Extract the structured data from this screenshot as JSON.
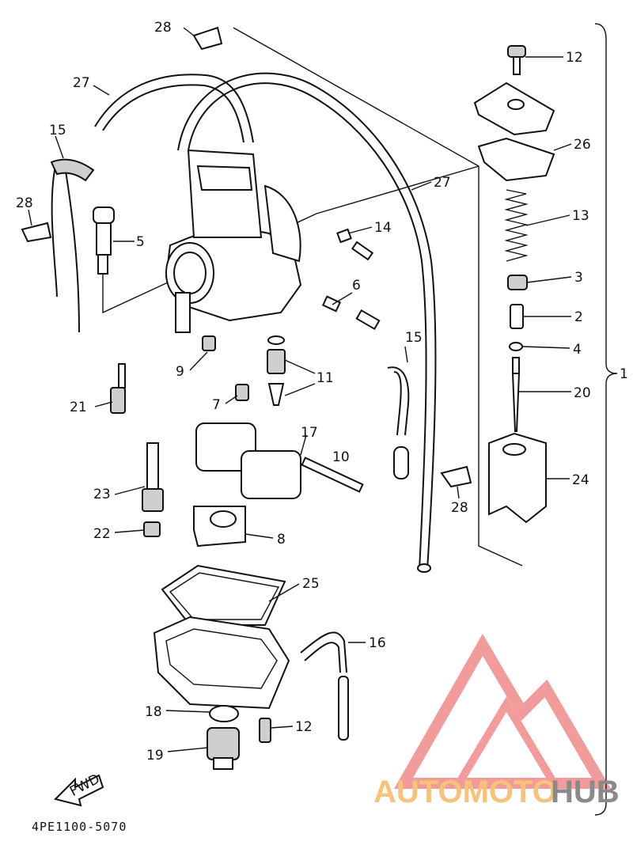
{
  "diagram": {
    "part_code": "4PE1100-5070",
    "fwd_label": "FWD",
    "labels": [
      "28",
      "27",
      "15",
      "28",
      "5",
      "14",
      "6",
      "9",
      "21",
      "7",
      "11",
      "17",
      "10",
      "23",
      "22",
      "8",
      "25",
      "16",
      "18",
      "12",
      "19",
      "12",
      "26",
      "13",
      "3",
      "2",
      "4",
      "20",
      "24",
      "28",
      "27",
      "15",
      "1"
    ]
  },
  "watermark": {
    "word_a": "AUTOMOTO",
    "word_b": "HUB",
    "color_a": "#f7c27a",
    "color_b": "#8a8a8a",
    "logo_color": "#f08a8a"
  }
}
